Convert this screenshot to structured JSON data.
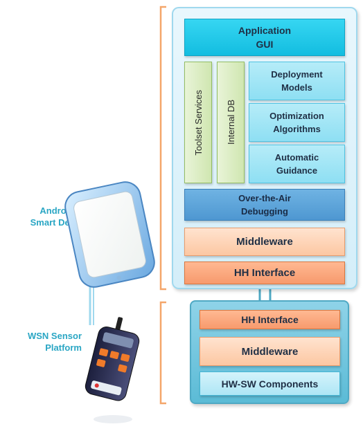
{
  "labels": {
    "android": [
      "AndroidOS",
      "Smart Device"
    ],
    "wsn": [
      "WSN Sensor",
      "Platform"
    ]
  },
  "top_stack": {
    "application": [
      "Application",
      "GUI"
    ],
    "toolset_services": "Toolset Services",
    "internal_db": "Internal DB",
    "deployment_models": [
      "Deployment",
      "Models"
    ],
    "optimization_algorithms": [
      "Optimization",
      "Algorithms"
    ],
    "automatic_guidance": [
      "Automatic",
      "Guidance"
    ],
    "ota_debugging": [
      "Over-the-Air",
      "Debugging"
    ],
    "middleware": "Middleware",
    "hh_interface": "HH Interface"
  },
  "bottom_stack": {
    "hh_interface": "HH Interface",
    "middleware": "Middleware",
    "hw_sw_components": "HW-SW Components"
  },
  "colors": {
    "label_text": "#2aa6c4",
    "bracket": "#f4a66a",
    "application_box": "#13bde0",
    "feature_boxes": "#8edff3",
    "ota_box": "#4e97d1",
    "middleware_box": "#fcc7a2",
    "hh_interface_box": "#f79a6d",
    "toolset_box": "#cfe6b0"
  }
}
